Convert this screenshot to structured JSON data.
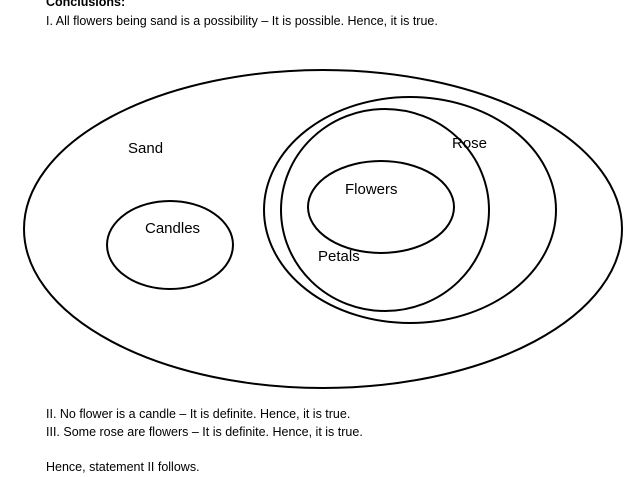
{
  "heading": "Conclusions:",
  "conclusion_1": "I. All flowers being sand is a possibility – It is possible. Hence, it is true.",
  "diagram": {
    "labels": {
      "sand": "Sand",
      "rose": "Rose",
      "flowers": "Flowers",
      "candles": "Candles",
      "petals": "Petals"
    }
  },
  "conclusion_2": "II. No flower is a candle – It is definite. Hence, it is true.",
  "conclusion_3": "III. Some rose are flowers – It is definite. Hence, it is true.",
  "final": "Hence, statement II follows."
}
